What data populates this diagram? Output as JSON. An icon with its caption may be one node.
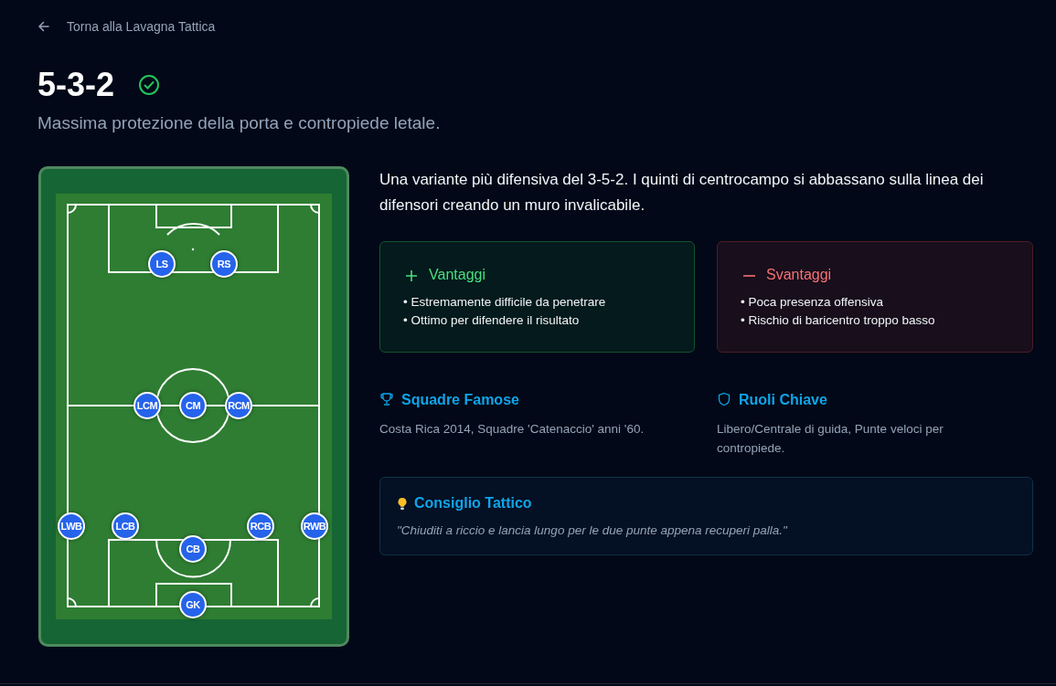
{
  "diagram": {
    "title": "5-3-2",
    "nodes": [
      {
        "text": [],
        "shape": "box"
      },
      {
        "text": [
          "LS"
        ],
        "in": 0
      },
      {
        "text": [
          "RS"
        ],
        "in": 0
      },
      {
        "text": [
          "LCM"
        ],
        "in": 0
      },
      {
        "text": [
          "CM"
        ],
        "in": 0
      },
      {
        "text": [
          "RCM"
        ],
        "in": 0
      },
      {
        "text": [
          "LWB"
        ],
        "in": 0
      },
      {
        "text": [
          "LCB"
        ],
        "in": 0
      },
      {
        "text": [
          "RCB"
        ],
        "in": 0
      },
      {
        "text": [
          "RWB"
        ],
        "in": 0
      },
      {
        "text": [
          "CB"
        ],
        "in": 0
      },
      {
        "text": [
          "GK"
        ],
        "in": 0
      },
      {
        "text": [
          "Vantaggi",
          "• Estremamente difficile da penetrare",
          "• Ottimo per difendere il risultato"
        ]
      },
      {
        "text": [
          "Svantaggi",
          "• Poca presenza offensiva",
          "• Rischio di baricentro troppo basso"
        ]
      },
      {
        "text": [
          "Consiglio Tattico",
          "\"Chiuditi a riccio e lancia lungo per le due punte appena recuperi palla.\""
        ]
      }
    ],
    "edges": [],
    "labels": [
      "Torna alla Lavagna Tattica",
      "Massima protezione della porta e contropiede letale.",
      "Una variante più difensiva del 3-5-2. I quinti di centrocampo si abbassano sulla linea dei difensori creando un muro invalicabile.",
      "Squadre Famose",
      "Costa Rica 2014, Squadre 'Catenaccio' anni '60.",
      "Ruoli Chiave",
      "Libero/Centrale di guida, Punte veloci per contropiede."
    ]
  }
}
